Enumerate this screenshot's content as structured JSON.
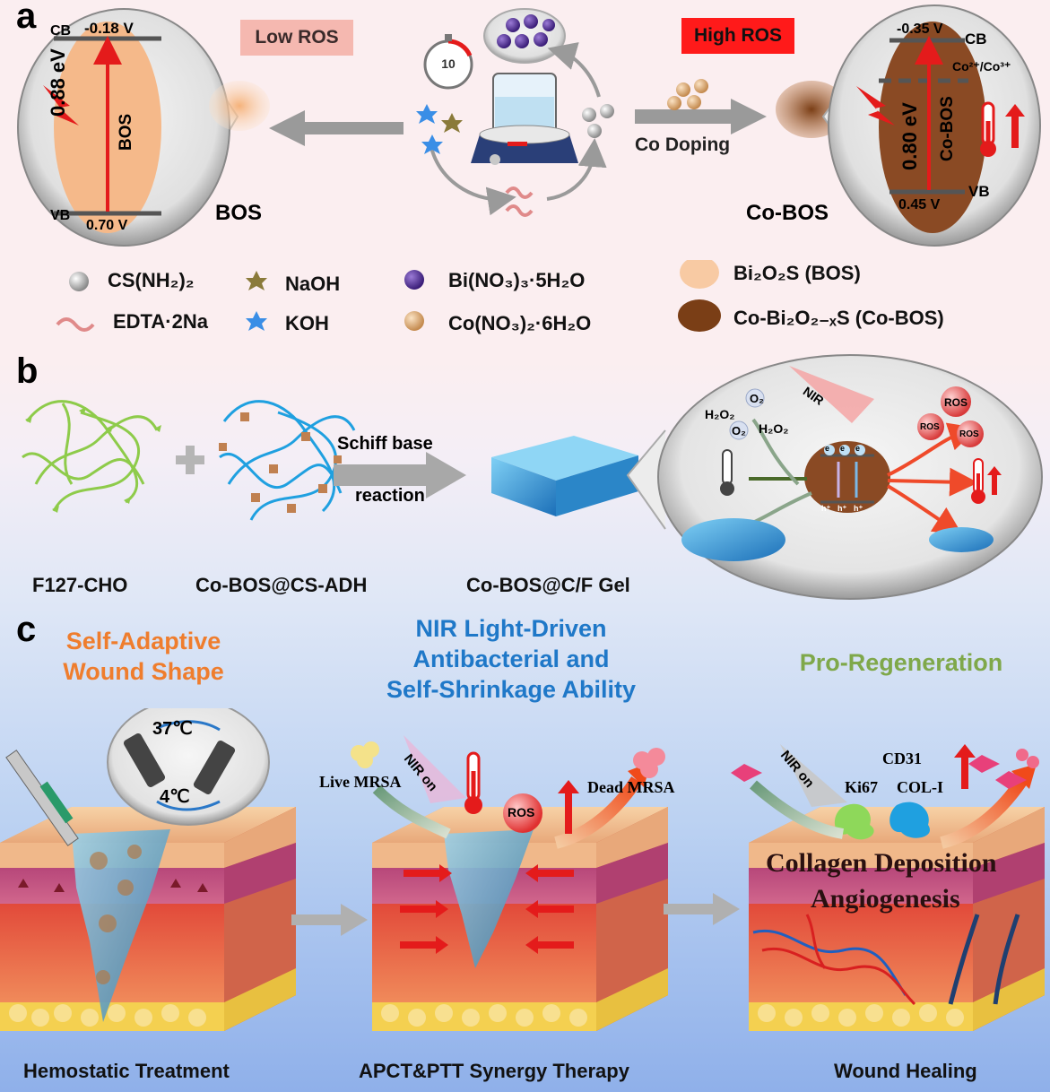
{
  "panels": {
    "a": "a",
    "b": "b",
    "c": "c"
  },
  "panel_a": {
    "low_ros": "Low ROS",
    "high_ros": "High ROS",
    "bos": {
      "cb_label": "CB",
      "vb_label": "VB",
      "cb_value": "-0.18 V",
      "vb_value": "0.70 V",
      "gap": "0.88 eV",
      "name": "BOS",
      "caption": "BOS"
    },
    "cobos": {
      "cb_label": "CB",
      "vb_label": "VB",
      "cb_value": "-0.35 V",
      "vb_value": "0.45 V",
      "gap": "0.80 eV",
      "name": "Co-BOS",
      "caption": "Co-BOS",
      "level_label": "Co²⁺/Co³⁺"
    },
    "timer": "10",
    "doping": "Co  Doping"
  },
  "legend": [
    {
      "icon": "cs-nh2-sphere",
      "label": "CS(NH₂)₂"
    },
    {
      "icon": "naoh-star",
      "label": "NaOH"
    },
    {
      "icon": "bi-nitrate-sphere",
      "label": "Bi(NO₃)₃·5H₂O"
    },
    {
      "icon": "bos-blob",
      "label": "Bi₂O₂S (BOS)"
    },
    {
      "icon": "edta-wave",
      "label": "EDTA·2Na"
    },
    {
      "icon": "koh-star",
      "label": "KOH"
    },
    {
      "icon": "co-nitrate-sphere",
      "label": "Co(NO₃)₂·6H₂O"
    },
    {
      "icon": "cobos-blob",
      "label": "Co-Bi₂O₂₋ₓS (Co-BOS)"
    }
  ],
  "panel_b": {
    "f127": "F127-CHO",
    "cobos_cs": "Co-BOS@CS-ADH",
    "gel": "Co-BOS@C/F Gel",
    "arrow_top": "Schiff base",
    "arrow_bottom": "reaction",
    "nir": "NIR",
    "h2o2": "H₂O₂",
    "o2": "O₂",
    "ros": "ROS",
    "electron": "e",
    "hole": "h⁺"
  },
  "panel_c": {
    "title1": "Self-Adaptive\nWound Shape",
    "title2": "NIR Light-Driven\nAntibacterial and\nSelf-Shrinkage Ability",
    "title3": "Pro-Regeneration",
    "temp_hot": "37℃",
    "temp_cold": "4℃",
    "live": "Live MRSA",
    "dead": "Dead MRSA",
    "nir_on": "NIR on",
    "ros": "ROS",
    "cd31": "CD31",
    "ki67": "Ki67",
    "col1": "COL-I",
    "collagen": "Collagen Deposition",
    "angio": "Angiogenesis",
    "cap1": "Hemostatic Treatment",
    "cap2": "APCT&PTT Synergy Therapy",
    "cap3": "Wound Healing"
  },
  "colors": {
    "bos": "#f5b98a",
    "cobos": "#8a4a24",
    "red": "#e41b1b",
    "orange": "#ef7d2d",
    "blue": "#1f78c8",
    "green": "#7fa84a",
    "low_ros_bg": "#f5b8b0",
    "high_ros_bg": "#ff1a1a"
  }
}
